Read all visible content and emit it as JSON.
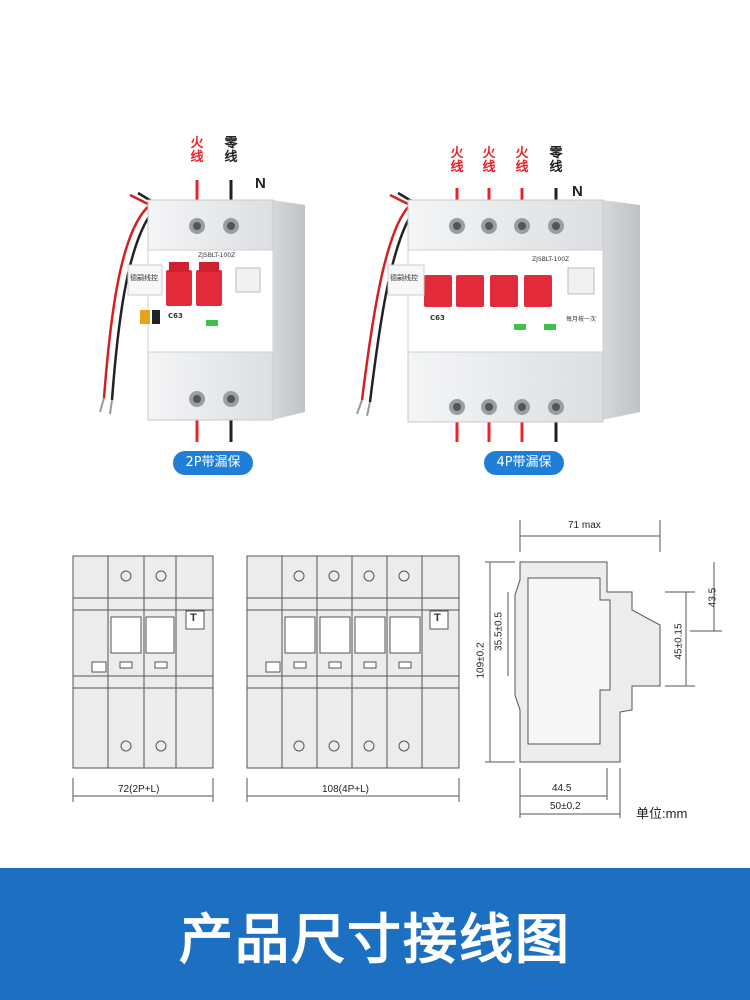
{
  "wire_labels": {
    "live": "火线",
    "neutral": "零线",
    "n": "N"
  },
  "products": {
    "two_pole": {
      "badge": "2P带漏保",
      "brand": "德嗣线控",
      "model": "ZJSBLT-100Z",
      "rating": "C63"
    },
    "four_pole": {
      "badge": "4P带漏保",
      "brand": "德嗣线控",
      "model": "ZJSBLT-100Z",
      "rating": "C63",
      "note": "每月按一次"
    }
  },
  "dimensions": {
    "width_2p": "72(2P+L)",
    "width_4p": "108(4P+L)",
    "side_max": "71 max",
    "height_total": "109±0.2",
    "height_35": "35.5±0.5",
    "height_43": "43.5",
    "height_45": "45±0.15",
    "depth_44": "44.5",
    "depth_50": "50±0.2",
    "unit": "单位:mm",
    "test_button": "T"
  },
  "footer": {
    "title": "产品尺寸接线图"
  },
  "colors": {
    "accent_blue": "#1d6fc2",
    "badge_blue": "#1f7fd6",
    "handle_red": "#e22a3a",
    "live_wire": "#e8242a"
  }
}
